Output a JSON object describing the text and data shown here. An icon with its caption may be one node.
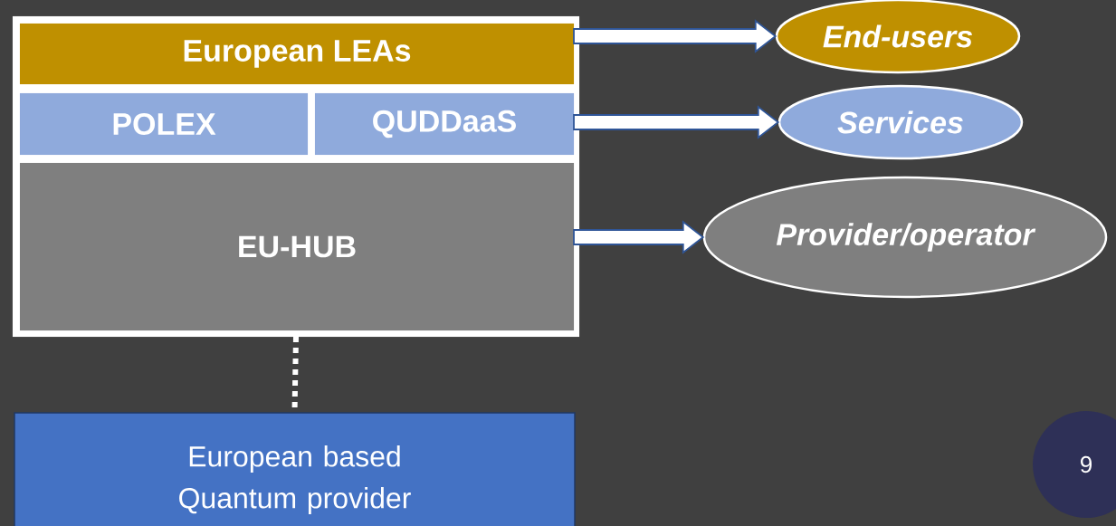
{
  "diagram": {
    "nodes": [
      {
        "text": [],
        "shape": "box"
      },
      {
        "text": [
          "European LEAs"
        ],
        "in": 0
      },
      {
        "text": [
          "POLEX"
        ],
        "in": 0
      },
      {
        "text": [
          "QUDDaaS"
        ],
        "in": 0
      },
      {
        "text": [
          "EU-HUB"
        ],
        "in": 0
      },
      {
        "text": [
          "End-users"
        ]
      },
      {
        "text": [
          "Services"
        ]
      },
      {
        "text": [
          "Provider/operator"
        ]
      },
      {
        "text": [
          "European based Quantum provider"
        ]
      },
      {
        "text": [
          "9"
        ]
      }
    ],
    "edges": [
      {
        "from": 1,
        "to": 5,
        "arrow": "to"
      },
      {
        "from": 3,
        "to": 6,
        "arrow": "to"
      },
      {
        "from": 4,
        "to": 7,
        "arrow": "to"
      },
      {
        "from": 0,
        "to": 8,
        "arrow": "none",
        "style": "dashed",
        "color": "#ffffff"
      }
    ]
  }
}
